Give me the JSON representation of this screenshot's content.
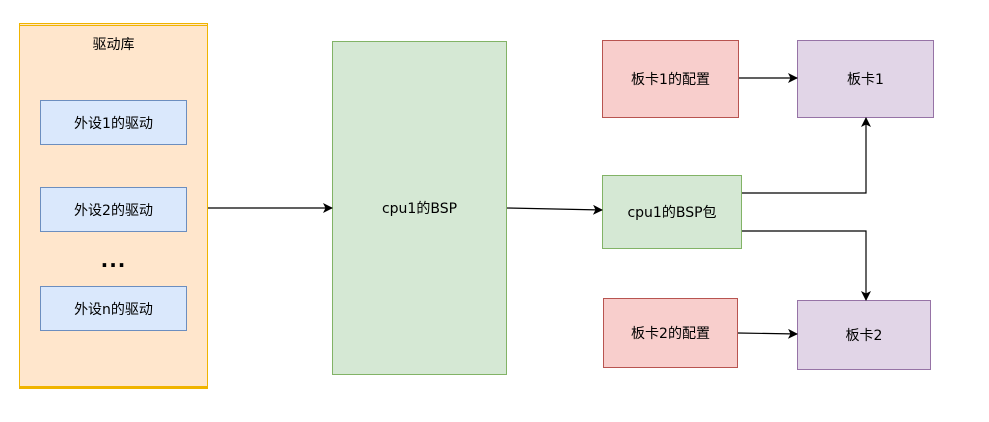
{
  "diagram": {
    "driver_library": {
      "title": "驱动库",
      "items": [
        "外设1的驱动",
        "外设2的驱动",
        "外设n的驱动"
      ],
      "ellipsis": "..."
    },
    "cpu_bsp": "cpu1的BSP",
    "bsp_package": "cpu1的BSP包",
    "board1_config": "板卡1的配置",
    "board1": "板卡1",
    "board2_config": "板卡2的配置",
    "board2": "板卡2"
  }
}
